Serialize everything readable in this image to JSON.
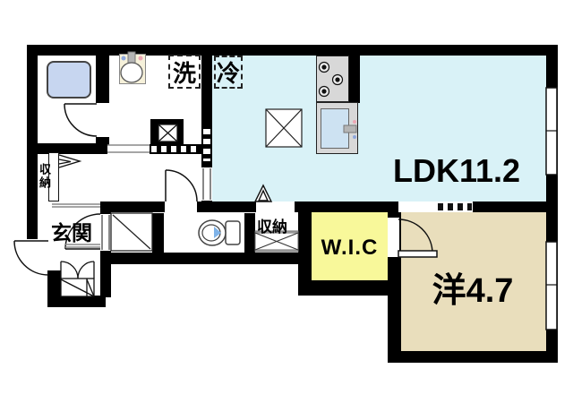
{
  "rooms": {
    "ldk": {
      "label": "LDK11.2",
      "color": "#d9f2f7"
    },
    "western": {
      "label": "洋4.7",
      "color": "#e9debc"
    },
    "wic": {
      "label": "W.I.C",
      "color": "#f8f89a"
    },
    "entrance": {
      "label": "玄関"
    },
    "hall_storage": {
      "label": "収納"
    },
    "entrance_storage": {
      "label": "収納"
    }
  },
  "appliance_spots": {
    "washer": {
      "label": "洗"
    },
    "fridge": {
      "label": "冷"
    }
  },
  "colors": {
    "wall": "#000000",
    "bathtub": "#c7d6f0",
    "kitchen_counter": "#d8d8d8",
    "kitchen_sink": "#cde2f2",
    "toilet_seat": "#7fb3e8",
    "washbasin_counter": "#f6f1da"
  }
}
